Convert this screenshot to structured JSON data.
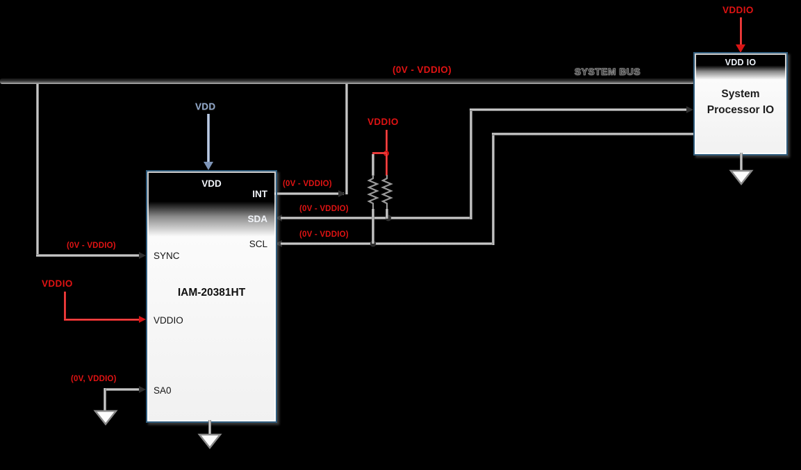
{
  "bus": {
    "name_label": "SYSTEM BUS",
    "level_label": "(0V - VDDIO)"
  },
  "iam": {
    "title": "IAM-20381HT",
    "pin_vdd": "VDD",
    "pin_int": "INT",
    "pin_sda": "SDA",
    "pin_scl": "SCL",
    "pin_sync": "SYNC",
    "pin_vddio": "VDDIO",
    "pin_sa0": "SA0",
    "supply_vdd_label": "VDD",
    "supply_vddio_label": "VDDIO",
    "int_level": "(0V - VDDIO)",
    "sda_level": "(0V - VDDIO)",
    "scl_level": "(0V - VDDIO)",
    "sync_level": "(0V - VDDIO)",
    "sa0_level": "(0V, VDDIO)"
  },
  "pullups": {
    "supply_label": "VDDIO"
  },
  "processor": {
    "pin_header": "VDD IO",
    "title_line1": "System",
    "title_line2": "Processor IO",
    "supply_label": "VDDIO"
  },
  "colors": {
    "signal_red": "#e01313",
    "supply_blue": "#91a8ca",
    "wire_gray": "#8f8f8f",
    "bus_dark": "#2e2e2e",
    "box_border": "#2f5c7d"
  }
}
